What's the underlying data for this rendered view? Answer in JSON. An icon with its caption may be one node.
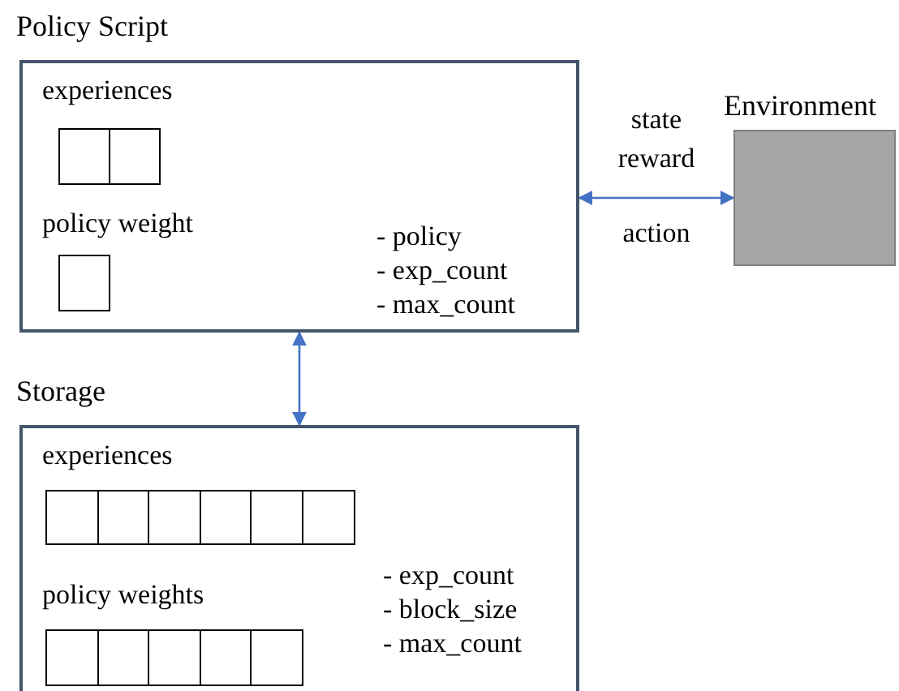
{
  "diagram": {
    "nodes": [
      {
        "text": [
          "Policy Script",
          "experiences",
          "policy weight",
          "- policy",
          "- exp_count",
          "- max_count"
        ]
      },
      {
        "text": [
          "Environment"
        ]
      },
      {
        "text": [
          "Storage",
          "experiences",
          "policy weights",
          "- exp_count",
          "- block_size",
          "- max_count"
        ]
      }
    ],
    "edges": [
      {
        "from": 0,
        "to": 1,
        "arrow": "both",
        "label": "state reward"
      },
      {
        "from": 0,
        "to": 2,
        "arrow": "both"
      }
    ],
    "labels": [
      "action"
    ]
  }
}
